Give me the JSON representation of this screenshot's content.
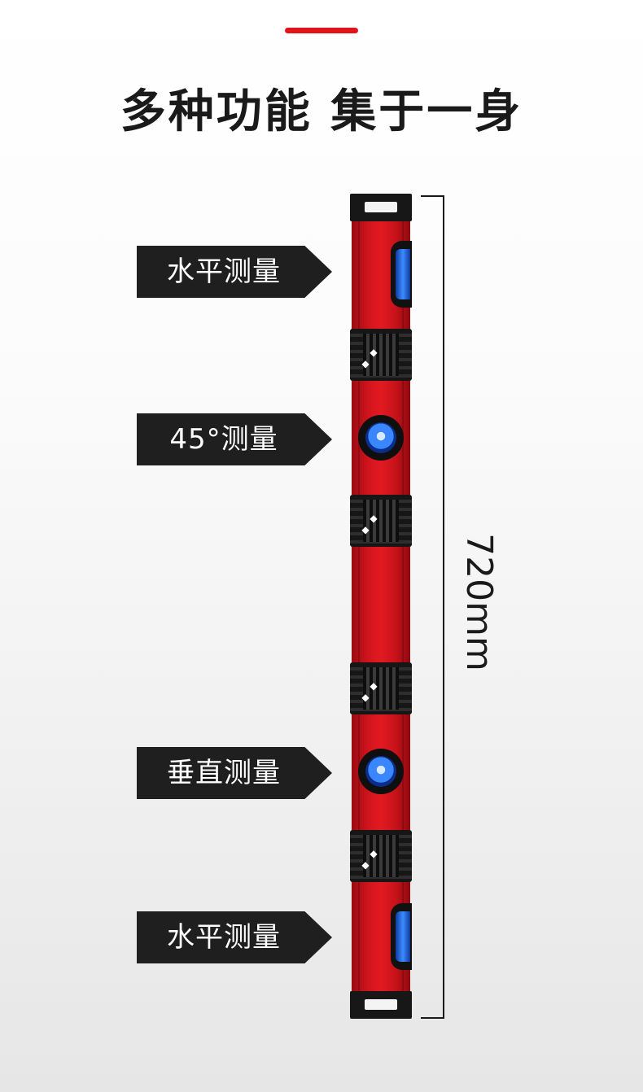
{
  "headline": "多种功能 集于一身",
  "labels": [
    {
      "text": "水平测量"
    },
    {
      "text": "45°测量"
    },
    {
      "text": "垂直测量"
    },
    {
      "text": "水平测量"
    }
  ],
  "dimension": {
    "text": "720mm"
  },
  "colors": {
    "accent": "#e3131b",
    "label_bg": "#1f1f1f",
    "level_red": "#d3141c",
    "vial_blue": "#3a86ff"
  }
}
